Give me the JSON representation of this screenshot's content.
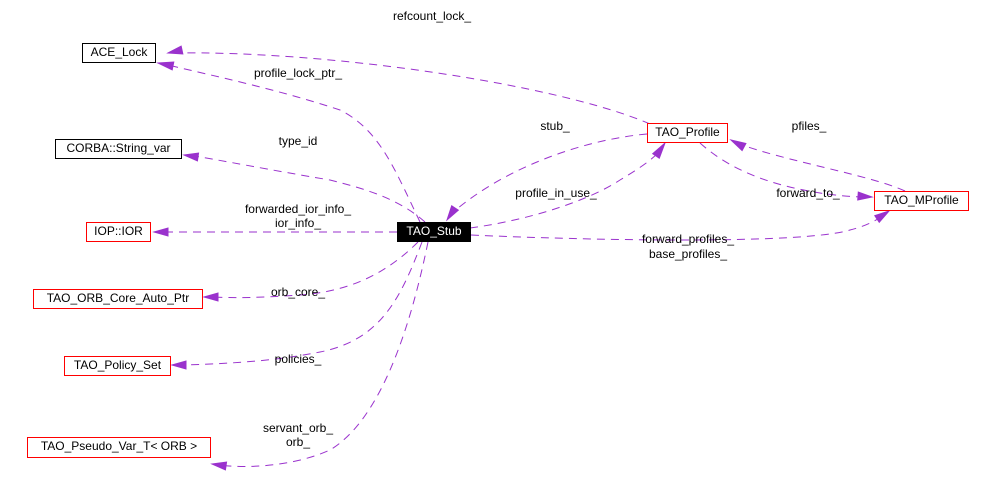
{
  "colors": {
    "edge": "#9a32cd",
    "border_documented": "#ff0000",
    "border_plain": "#000000",
    "main_fill": "#000000"
  },
  "nodes": {
    "ace_lock": "ACE_Lock",
    "string_var": "CORBA::String_var",
    "iop_ior": "IOP::IOR",
    "orb_core_auto_ptr": "TAO_ORB_Core_Auto_Ptr",
    "policy_set": "TAO_Policy_Set",
    "pseudo_var": "TAO_Pseudo_Var_T< ORB >",
    "tao_stub": "TAO_Stub",
    "tao_profile": "TAO_Profile",
    "tao_mprofile": "TAO_MProfile"
  },
  "edge_labels": {
    "refcount_lock": "refcount_lock_",
    "profile_lock_ptr": "profile_lock_ptr_",
    "type_id": "type_id",
    "forwarded_ior_info": "forwarded_ior_info_",
    "ior_info": "ior_info_",
    "orb_core": "orb_core_",
    "policies": "policies_",
    "servant_orb": "servant_orb_",
    "orb": "orb_",
    "stub": "stub_",
    "profile_in_use": "profile_in_use_",
    "pfiles": "pfiles_",
    "forward_to": "forward_to_",
    "forward_profiles": "forward_profiles_",
    "base_profiles": "base_profiles_"
  }
}
